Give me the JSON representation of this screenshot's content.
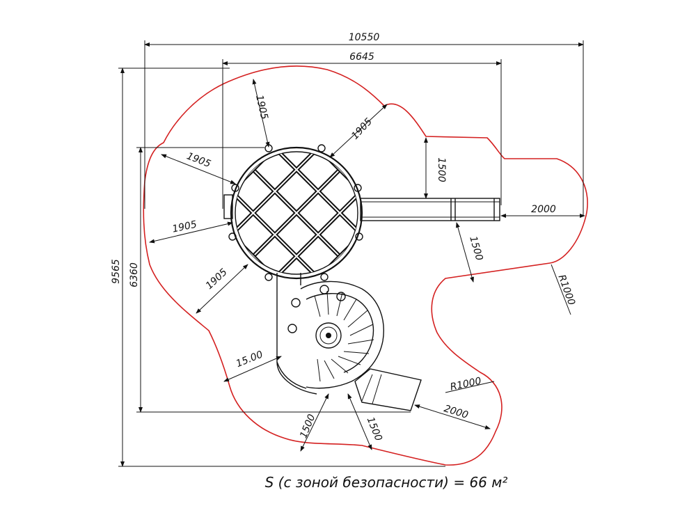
{
  "dimensions": {
    "overall_width": "10550",
    "inner_width": "6645",
    "overall_height": "9565",
    "inner_height": "6360",
    "radial_top": "1905",
    "radial_upper_right": "1905",
    "radial_upper_left": "1905",
    "radial_left": "1905",
    "radial_lower_left": "1905",
    "bridge_top_offset": "1500",
    "bridge_bottom_offset": "1500",
    "bridge_end_offset": "2000",
    "corner_radius_right": "R1000",
    "slide_left_offset": "15.00",
    "slide_bottom_left": "1500",
    "slide_bottom_right": "1500",
    "slide_exit_offset": "2000",
    "corner_radius_slide": "R1000"
  },
  "caption": "S (с зоной безопасности) = 66 м²",
  "colors": {
    "safety_zone": "#d42020",
    "lines": "#111111"
  }
}
